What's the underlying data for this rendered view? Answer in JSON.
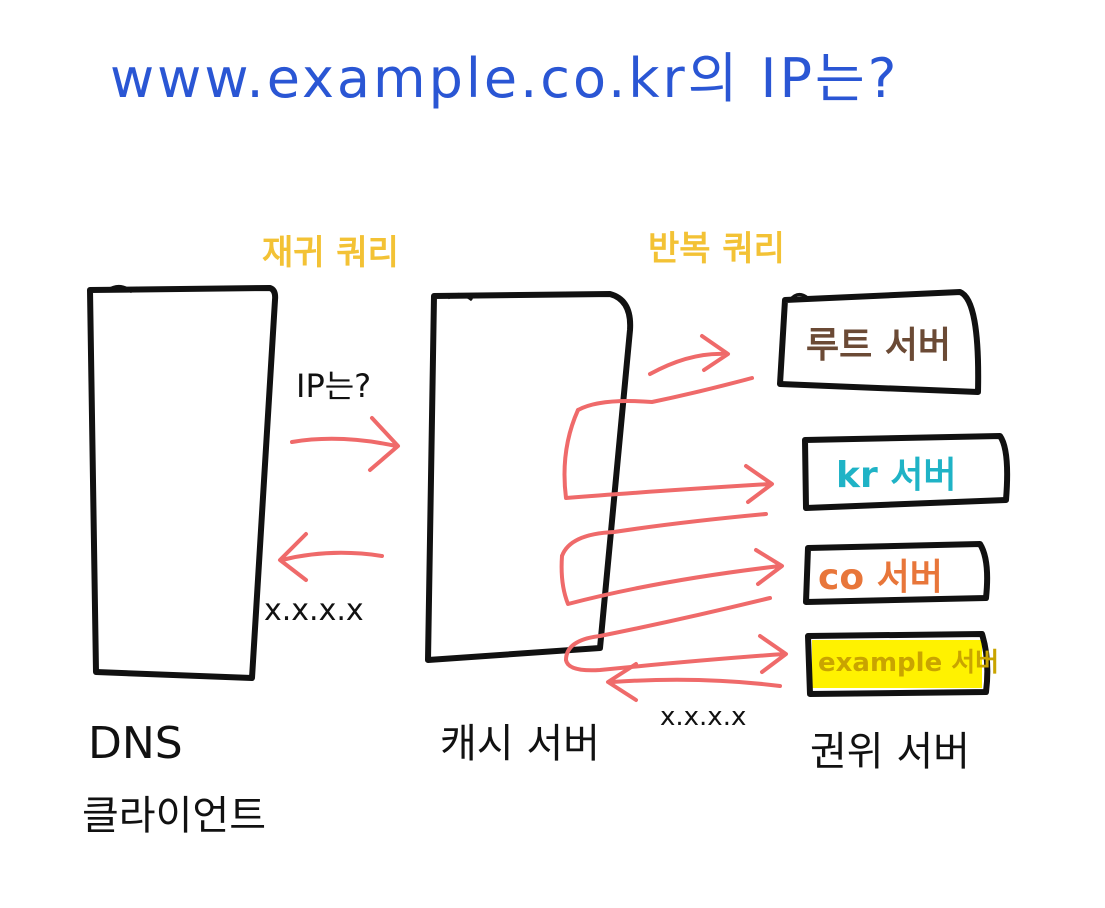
{
  "title": "www.example.co.kr의 IP는?",
  "labels": {
    "recursive_query": "재귀 쿼리",
    "iterative_query": "반복 쿼리",
    "ip_question": "IP는?",
    "answer_left": "x.x.x.x",
    "answer_right": "x.x.x.x",
    "dns_client_line1": "DNS",
    "dns_client_line2": "클라이언트",
    "cache_server": "캐시 서버",
    "authoritative_server": "권위 서버"
  },
  "servers": {
    "root": "루트 서버",
    "kr": "kr 서버",
    "co": "co 서버",
    "example": "example 서버"
  },
  "colors": {
    "title": "#2a56d4",
    "query_label": "#f3c235",
    "arrow": "#ef6a6a",
    "outline": "#111111",
    "root": "#6b4a35",
    "kr": "#1fb3c6",
    "co": "#e8763a",
    "example": "#c9a400",
    "example_fill": "#fff200"
  }
}
